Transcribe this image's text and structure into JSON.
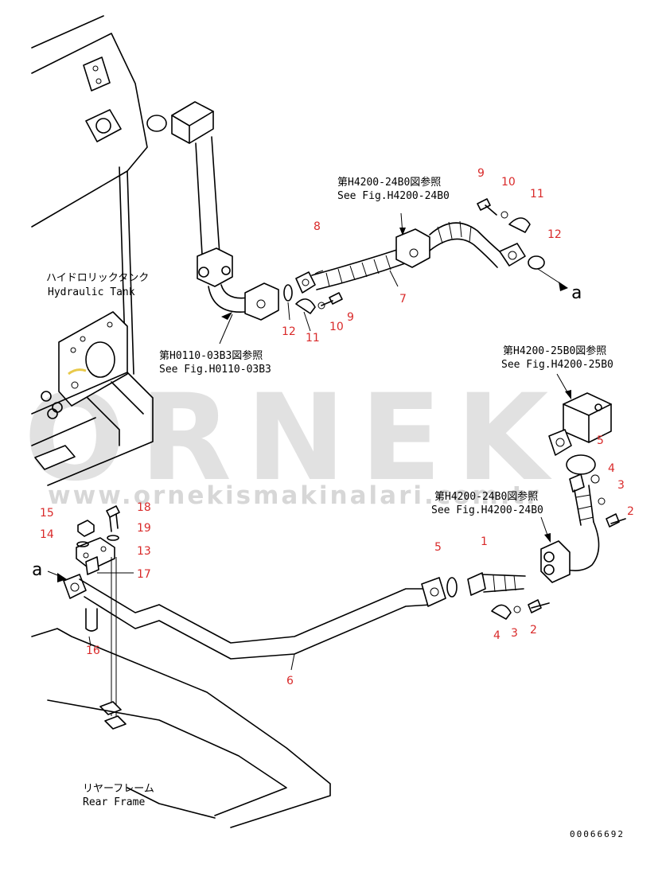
{
  "colors": {
    "callout_red": "#d92a2a",
    "line": "#000000",
    "watermark": "#c9c9c9",
    "highlight": "#e8c94a"
  },
  "watermark": {
    "brand": "ORNEK",
    "url": "www.ornekismakinalari.com.tr"
  },
  "labels": {
    "hydraulic_tank_jp": "ハイドロリックタンク",
    "hydraulic_tank_en": "Hydraulic Tank",
    "ref_h4200_24b0_top_jp": "第H4200-24B0図参照",
    "ref_h4200_24b0_top_en": "See Fig.H4200-24B0",
    "ref_h0110_03b3_jp": "第H0110-03B3図参照",
    "ref_h0110_03b3_en": "See Fig.H0110-03B3",
    "ref_h4200_25b0_jp": "第H4200-25B0図参照",
    "ref_h4200_25b0_en": "See Fig.H4200-25B0",
    "ref_h4200_24b0_mid_jp": "第H4200-24B0図参照",
    "ref_h4200_24b0_mid_en": "See Fig.H4200-24B0",
    "rear_frame_jp": "リヤーフレーム",
    "rear_frame_en": "Rear Frame",
    "connection_a_top": "a",
    "connection_a_left": "a",
    "drawing_number": "00066692"
  },
  "callouts": [
    "1",
    "2",
    "2",
    "3",
    "3",
    "4",
    "4",
    "5",
    "5",
    "6",
    "7",
    "8",
    "9",
    "9",
    "10",
    "10",
    "11",
    "11",
    "12",
    "12",
    "13",
    "14",
    "15",
    "16",
    "17",
    "18",
    "19"
  ]
}
